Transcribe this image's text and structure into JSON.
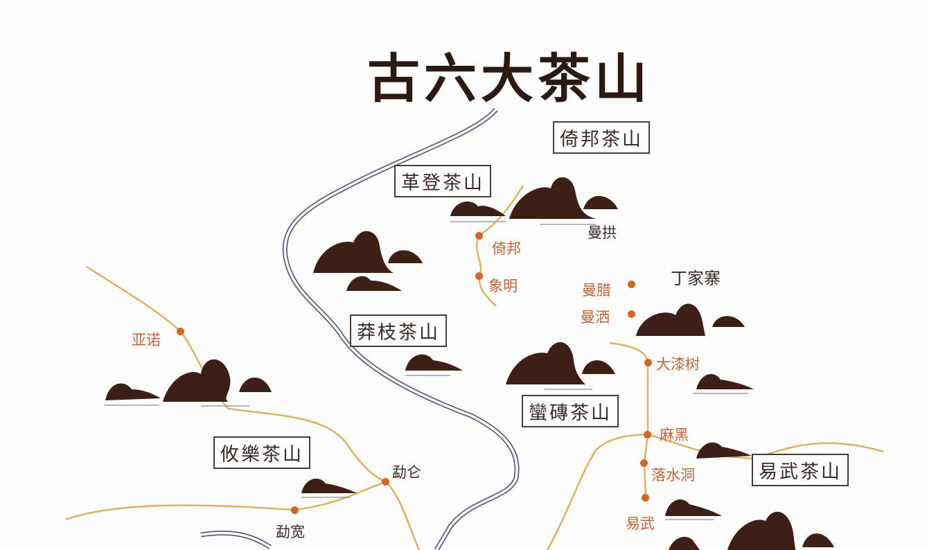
{
  "title": "古六大茶山",
  "tea_mountains": {
    "yibang": "倚邦茶山",
    "gedeng": "革登茶山",
    "mangzhi": "莽枝茶山",
    "manzhuan": "蠻磚茶山",
    "youle": "攸樂茶山",
    "yiwu": "易武茶山"
  },
  "places": {
    "mangong": "曼拱",
    "yibang": "倚邦",
    "xiangming": "象明",
    "dingjiazhai": "丁家寨",
    "manla": "曼腊",
    "mansa": "曼洒",
    "daqishu": "大漆树",
    "yanuo": "亚诺",
    "mahei": "麻黑",
    "luoshuidong": "落水洞",
    "menglun": "勐仑",
    "mengkuan": "勐宽",
    "yiwu": "易武"
  },
  "colors": {
    "mountain": "#3d1f17",
    "road": "#d9b35e",
    "dot": "#d3672a",
    "river": "#5a5f78",
    "label": "#c0633a"
  }
}
